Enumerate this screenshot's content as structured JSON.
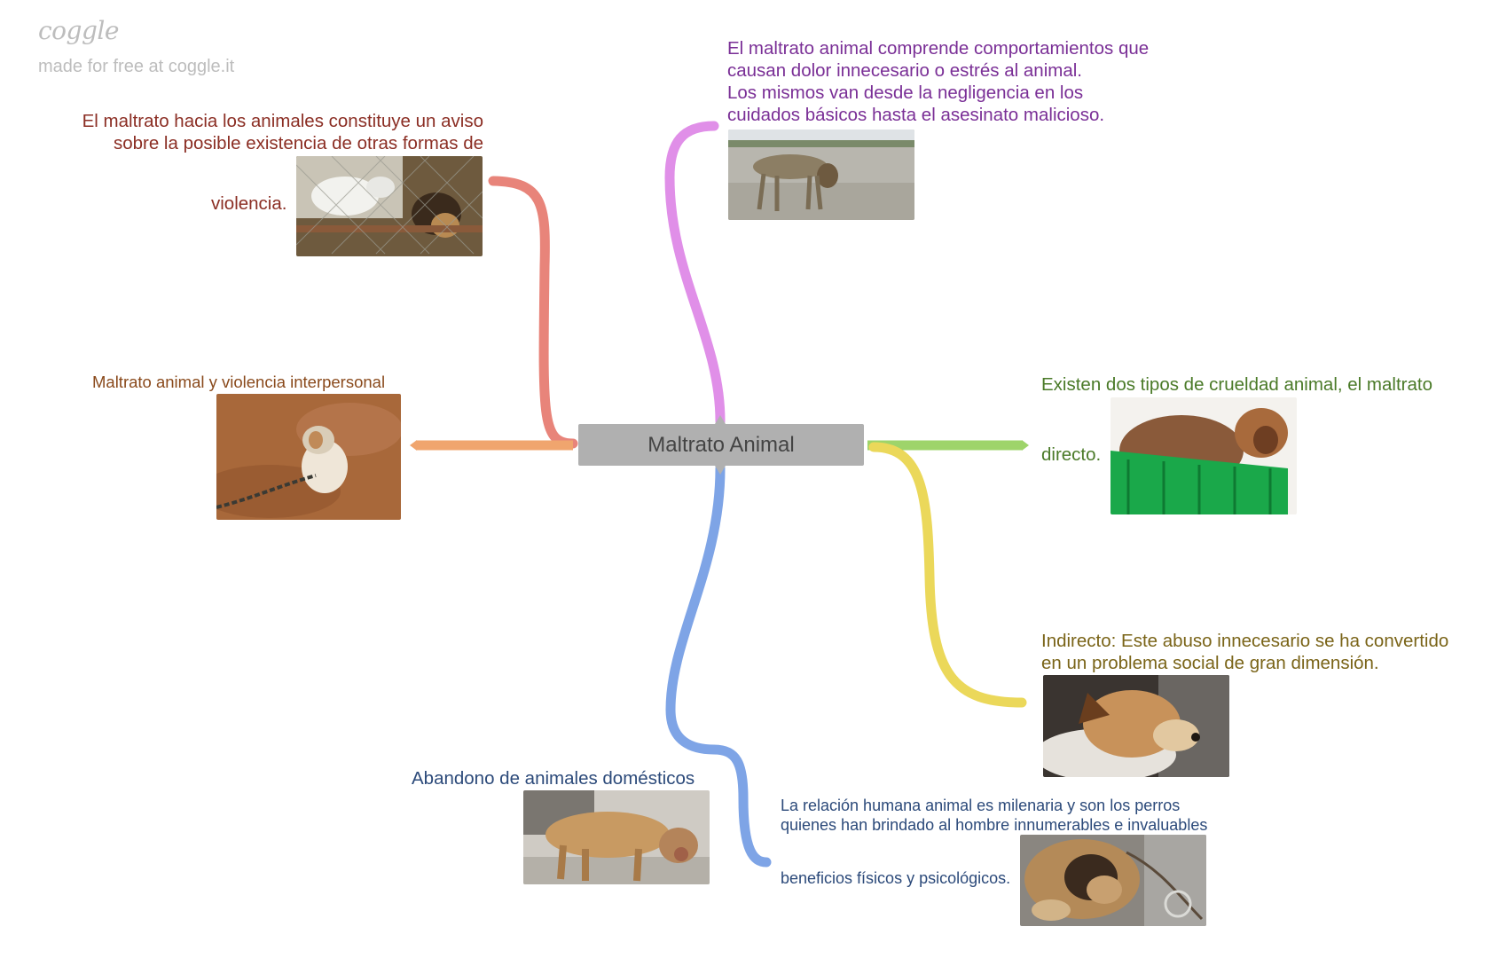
{
  "brand": {
    "logo": "coggle",
    "tagline": "made for free at coggle.it"
  },
  "central_node": "Maltrato Animal",
  "colors": {
    "red_branch": "#e8847a",
    "pink_branch": "#e08fe8",
    "orange_branch": "#f0a56e",
    "green_branch": "#9ed46a",
    "yellow_branch": "#ebd85a",
    "blue_branch": "#7ea4e6",
    "red_text": "#8b2e24",
    "purple_text": "#7a2f96",
    "brown_text": "#8a4a1c",
    "green_text": "#4a7a28",
    "olive_text": "#7a6418",
    "blue_text": "#2c4a7a"
  },
  "nodes": {
    "violence_warning": {
      "line1": "El maltrato hacia los animales constituye un aviso",
      "line2": "sobre la posible existencia de otras formas de",
      "line3": "violencia.",
      "image_icon": "dogs-behind-fence-photo"
    },
    "definition": {
      "line1": "El maltrato animal comprende comportamientos que",
      "line2": "causan dolor innecesario o estrés al animal.",
      "line3": "Los mismos van desde la negligencia en los",
      "line4": "cuidados básicos hasta el asesinato malicioso.",
      "image_icon": "starving-dog-photo"
    },
    "interpersonal": {
      "label": "Maltrato animal y violencia interpersonal",
      "image_icon": "chained-puppy-photo"
    },
    "two_types": {
      "line1": "Existen dos tipos de crueldad animal, el maltrato",
      "line2": "directo.",
      "image_icon": "thin-dog-in-crate-photo"
    },
    "indirect": {
      "line1": "Indirecto: Este abuso innecesario se ha convertido",
      "line2": "en un problema social de gran dimensión.",
      "image_icon": "resting-dog-photo"
    },
    "abandonment": {
      "label": "Abandono de animales domésticos",
      "image_icon": "mangy-dog-photo"
    },
    "relationship": {
      "line1": "La relación humana animal es milenaria y son los perros",
      "line2": "quienes han brindado al hombre innumerables e invaluables",
      "line3": "beneficios físicos y psicológicos.",
      "image_icon": "injured-dog-photo"
    }
  }
}
